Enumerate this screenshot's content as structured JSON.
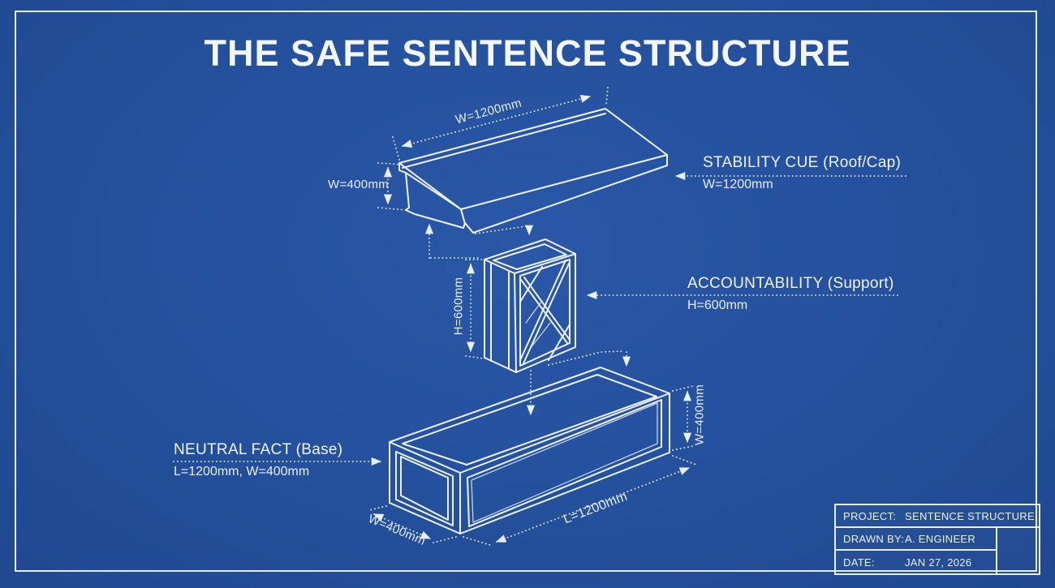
{
  "title": "THE SAFE SENTENCE STRUCTURE",
  "colors": {
    "background": "#24509c",
    "line": "#edf2fc"
  },
  "components": {
    "roof": {
      "name": "STABILITY CUE (Roof/Cap)",
      "callout_dim": "W=1200mm",
      "dim_width": "W=1200mm",
      "dim_height": "W=400mm"
    },
    "support": {
      "name": "ACCOUNTABILITY (Support)",
      "callout_dim": "H=600mm",
      "dim_height": "H=600mm"
    },
    "base": {
      "name": "NEUTRAL FACT (Base)",
      "callout_dim": "L=1200mm, W=400mm",
      "dim_length": "L=1200mm",
      "dim_width_left": "W=400mm",
      "dim_width_right": "W=400mm"
    }
  },
  "title_block": {
    "project": {
      "label": "PROJECT:",
      "value": "SENTENCE STRUCTURE"
    },
    "drawn_by": {
      "label": "DRAWN BY:",
      "value": "A. ENGINEER"
    },
    "date": {
      "label": "DATE:",
      "value": "JAN 27, 2026"
    }
  }
}
